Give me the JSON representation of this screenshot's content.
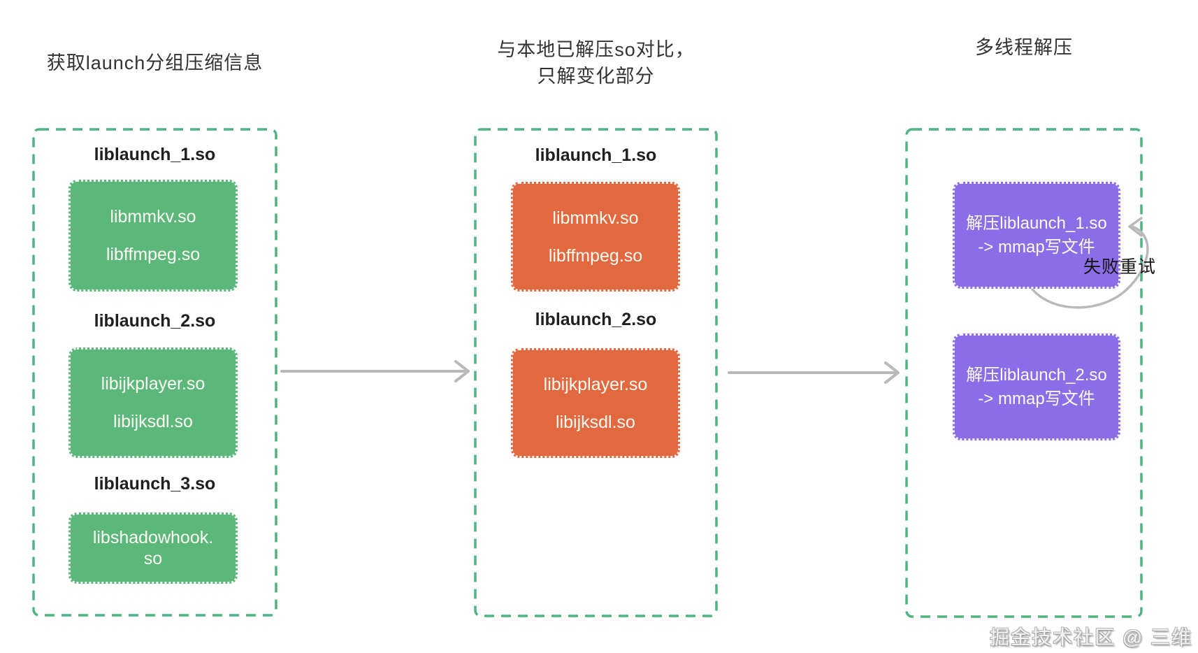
{
  "palette": {
    "green_border": "#4db381",
    "green_fill": "#5cb87a",
    "orange_fill": "#e26840",
    "purple_fill": "#8c6de8",
    "arrow_gray": "#b9b9b9",
    "text_dark": "#333333",
    "text_white": "#fcfcf5"
  },
  "columns": {
    "left": {
      "title": "获取launch分组压缩信息",
      "groups": [
        {
          "header": "liblaunch_1.so",
          "items": [
            "libmmkv.so",
            "libffmpeg.so"
          ]
        },
        {
          "header": "liblaunch_2.so",
          "items": [
            "libijkplayer.so",
            "libijksdl.so"
          ]
        },
        {
          "header": "liblaunch_3.so",
          "items": [
            "libshadowhook.so"
          ]
        }
      ]
    },
    "middle": {
      "title_line1": "与本地已解压so对比，",
      "title_line2": "只解变化部分",
      "groups": [
        {
          "header": "liblaunch_1.so",
          "items": [
            "libmmkv.so",
            "libffmpeg.so"
          ]
        },
        {
          "header": "liblaunch_2.so",
          "items": [
            "libijkplayer.so",
            "libijksdl.so"
          ]
        }
      ]
    },
    "right": {
      "title": "多线程解压",
      "tasks": [
        {
          "line1": "解压liblaunch_1.so",
          "line2": "-> mmap写文件"
        },
        {
          "line1": "解压liblaunch_2.so",
          "line2": "-> mmap写文件"
        }
      ],
      "retry_label": "失败重试"
    }
  },
  "watermark": "掘金技术社区 @ 三维"
}
